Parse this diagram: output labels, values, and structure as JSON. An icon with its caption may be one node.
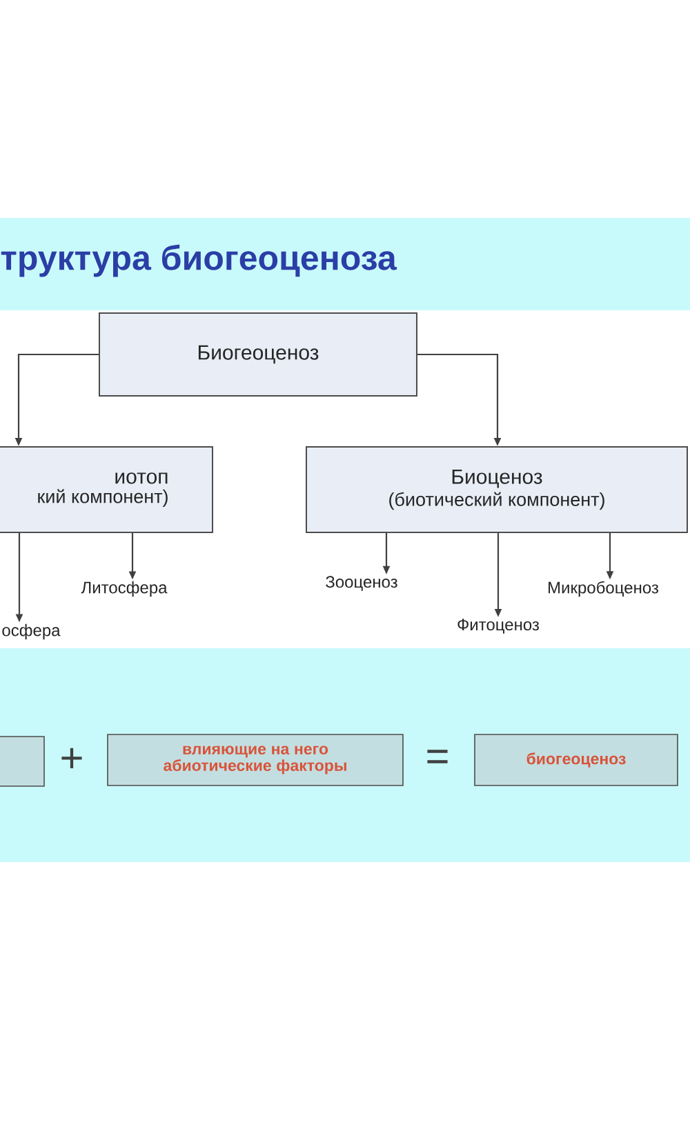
{
  "diagram": {
    "title": "труктура биогеоценоза",
    "nodes": [
      {
        "text": [
          "Биогеоценоз"
        ]
      },
      {
        "text": [
          "иотоп",
          "кий компонент)"
        ]
      },
      {
        "text": [
          "Биоценоз",
          "(биотический компонент)"
        ]
      },
      {
        "text": [
          "осфера"
        ]
      },
      {
        "text": [
          "Литосфера"
        ]
      },
      {
        "text": [
          "Зооценоз"
        ]
      },
      {
        "text": [
          "Фитоценоз"
        ]
      },
      {
        "text": [
          "Микробоценоз"
        ]
      },
      {
        "text": [],
        "shape": "box"
      },
      {
        "text": [
          "влияющие на него абиотические факторы"
        ]
      },
      {
        "text": [
          "биогеоценоз"
        ]
      }
    ],
    "edges": [
      {
        "from": 0,
        "to": 1,
        "arrow": "to"
      },
      {
        "from": 0,
        "to": 2,
        "arrow": "to"
      },
      {
        "from": 1,
        "to": 3,
        "arrow": "to"
      },
      {
        "from": 1,
        "to": 4,
        "arrow": "to"
      },
      {
        "from": 2,
        "to": 5,
        "arrow": "to"
      },
      {
        "from": 2,
        "to": 6,
        "arrow": "to"
      },
      {
        "from": 2,
        "to": 7,
        "arrow": "to"
      }
    ],
    "labels": [
      "+",
      "="
    ]
  }
}
